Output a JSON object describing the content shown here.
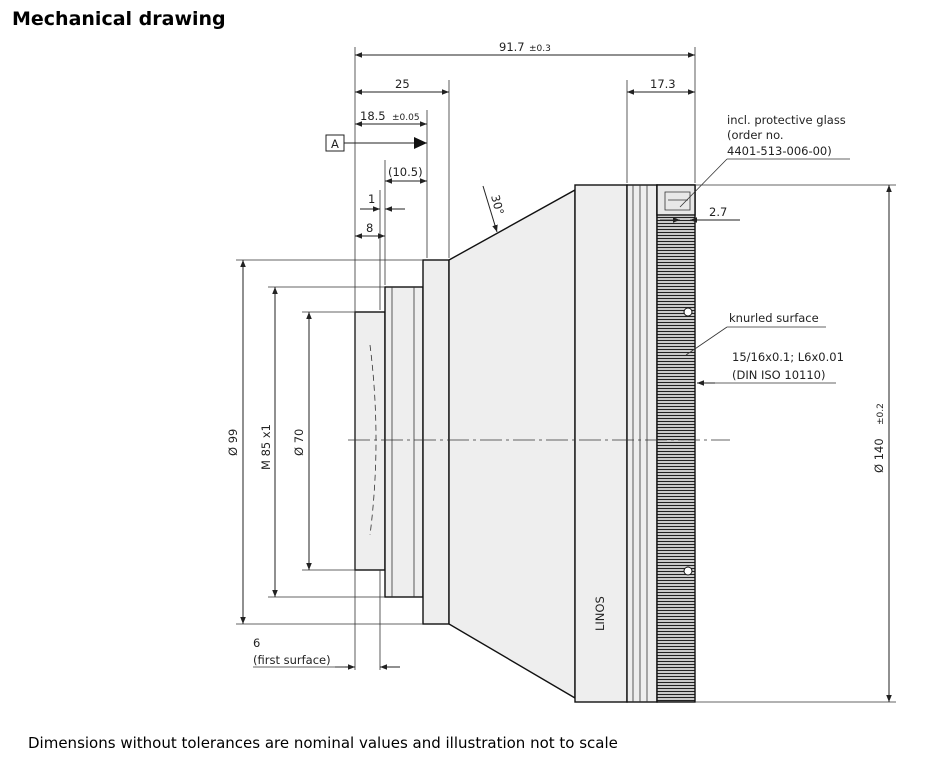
{
  "title": "Mechanical drawing",
  "footnote": "Dimensions without tolerances are nominal values and illustration not to scale",
  "dimensions": {
    "overall_length": "91.7",
    "overall_length_tol": "±0.3",
    "d25": "25",
    "d17_3": "17.3",
    "d18_5": "18.5",
    "d18_5_tol": "±0.05",
    "d10_5": "(10.5)",
    "d1": "1",
    "d8": "8",
    "d2_7": "2.7",
    "angle30": "30°",
    "diam99": "Ø 99",
    "thread": "M 85 x1",
    "diam70": "Ø 70",
    "diam140": "Ø 140",
    "diam140_tol": "±0.2",
    "d6": "6",
    "first_surface": "(first surface)"
  },
  "datum": "A",
  "annotations": {
    "glass_line1": "incl. protective glass",
    "glass_line2": "(order no.",
    "glass_line3": "4401-513-006-00)",
    "knurled": "knurled surface",
    "tolerance_line1": "15/16x0.1; L6x0.01",
    "tolerance_line2": "(DIN ISO 10110)",
    "brand": "LINOS"
  }
}
